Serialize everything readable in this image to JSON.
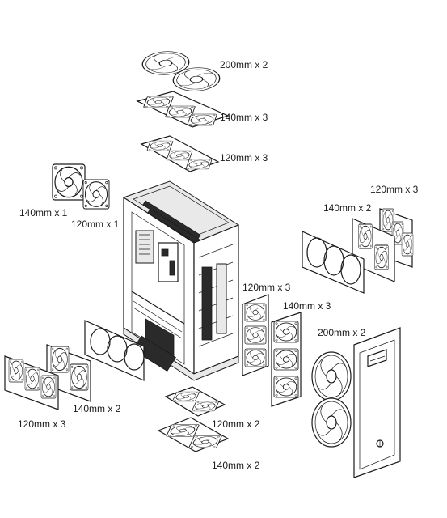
{
  "labels": {
    "top_200": "200mm x 2",
    "top_140": "140mm x 3",
    "top_120": "120mm x 3",
    "rear_140": "140mm x 1",
    "rear_120": "120mm x 1",
    "right_120": "120mm x 3",
    "right_140": "140mm x 2",
    "front_120": "120mm x 3",
    "front_140": "140mm x 3",
    "front_200": "200mm x 2",
    "left_140": "140mm x 2",
    "left_120": "120mm x 3",
    "bottom_120": "120mm x 2",
    "bottom_140": "140mm x 2"
  }
}
